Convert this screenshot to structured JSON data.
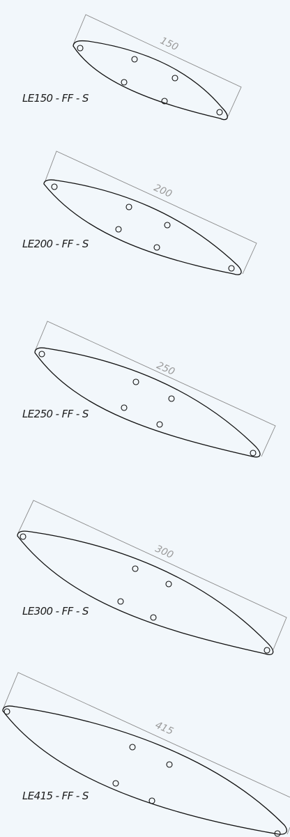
{
  "panels": [
    {
      "id": "le150",
      "label": "LE150 - FF - S",
      "dimension": "150"
    },
    {
      "id": "le200",
      "label": "LE200 - FF - S",
      "dimension": "200"
    },
    {
      "id": "le250",
      "label": "LE250 - FF - S",
      "dimension": "250"
    },
    {
      "id": "le300",
      "label": "LE300 - FF - S",
      "dimension": "300"
    },
    {
      "id": "le415",
      "label": "LE415 - FF - S",
      "dimension": "415"
    }
  ]
}
